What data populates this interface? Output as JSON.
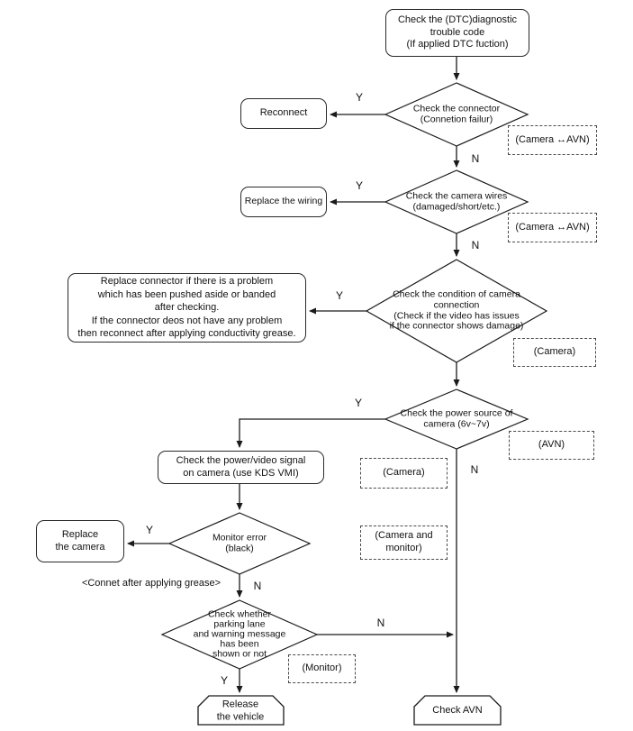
{
  "labels": {
    "yes": "Y",
    "no": "N"
  },
  "nodes": {
    "check_dtc": "Check the (DTC)diagnostic\ntrouble code\n(If applied DTC fuction)",
    "check_connector": "Check the connector\n(Connetion failur)",
    "reconnect": "Reconnect",
    "tag_camera_avn_1": "(Camera ↔AVN)",
    "check_camera_wires": "Check the camera wires\n(damaged/short/etc.)",
    "replace_wiring": "Replace the wiring",
    "tag_camera_avn_2": "(Camera ↔AVN)",
    "check_condition": "Check the condition of camera\nconnection\n(Check if the video has issues\nif the connector shows damage)",
    "replace_connector_advice": "Replace connector if there is a problem\nwhich has been pushed aside or banded\nafter checking.\nIf the connector deos not have any problem\nthen reconnect after applying conductivity grease.",
    "tag_camera_1": "(Camera)",
    "check_power_source": "Check the power source of\ncamera (6v~7v)",
    "tag_avn": "(AVN)",
    "check_power_video": "Check the power/video signal\non camera (use KDS VMI)",
    "tag_camera_2": "(Camera)",
    "monitor_error": "Monitor error\n(black)",
    "replace_camera": "Replace\nthe camera",
    "grease_note": "<Connet after applying grease>",
    "tag_camera_monitor": "(Camera and\nmonitor)",
    "check_parking_lane": "Check whether\nparking lane\nand warning message\nhas been\nshown or not",
    "tag_monitor": "(Monitor)",
    "release_vehicle": "Release\nthe vehicle",
    "check_avn": "Check AVN"
  },
  "colors": {
    "line": "#1a1a1a",
    "border": "#2a2a2a",
    "dashed_border": "#4a4a4a"
  }
}
